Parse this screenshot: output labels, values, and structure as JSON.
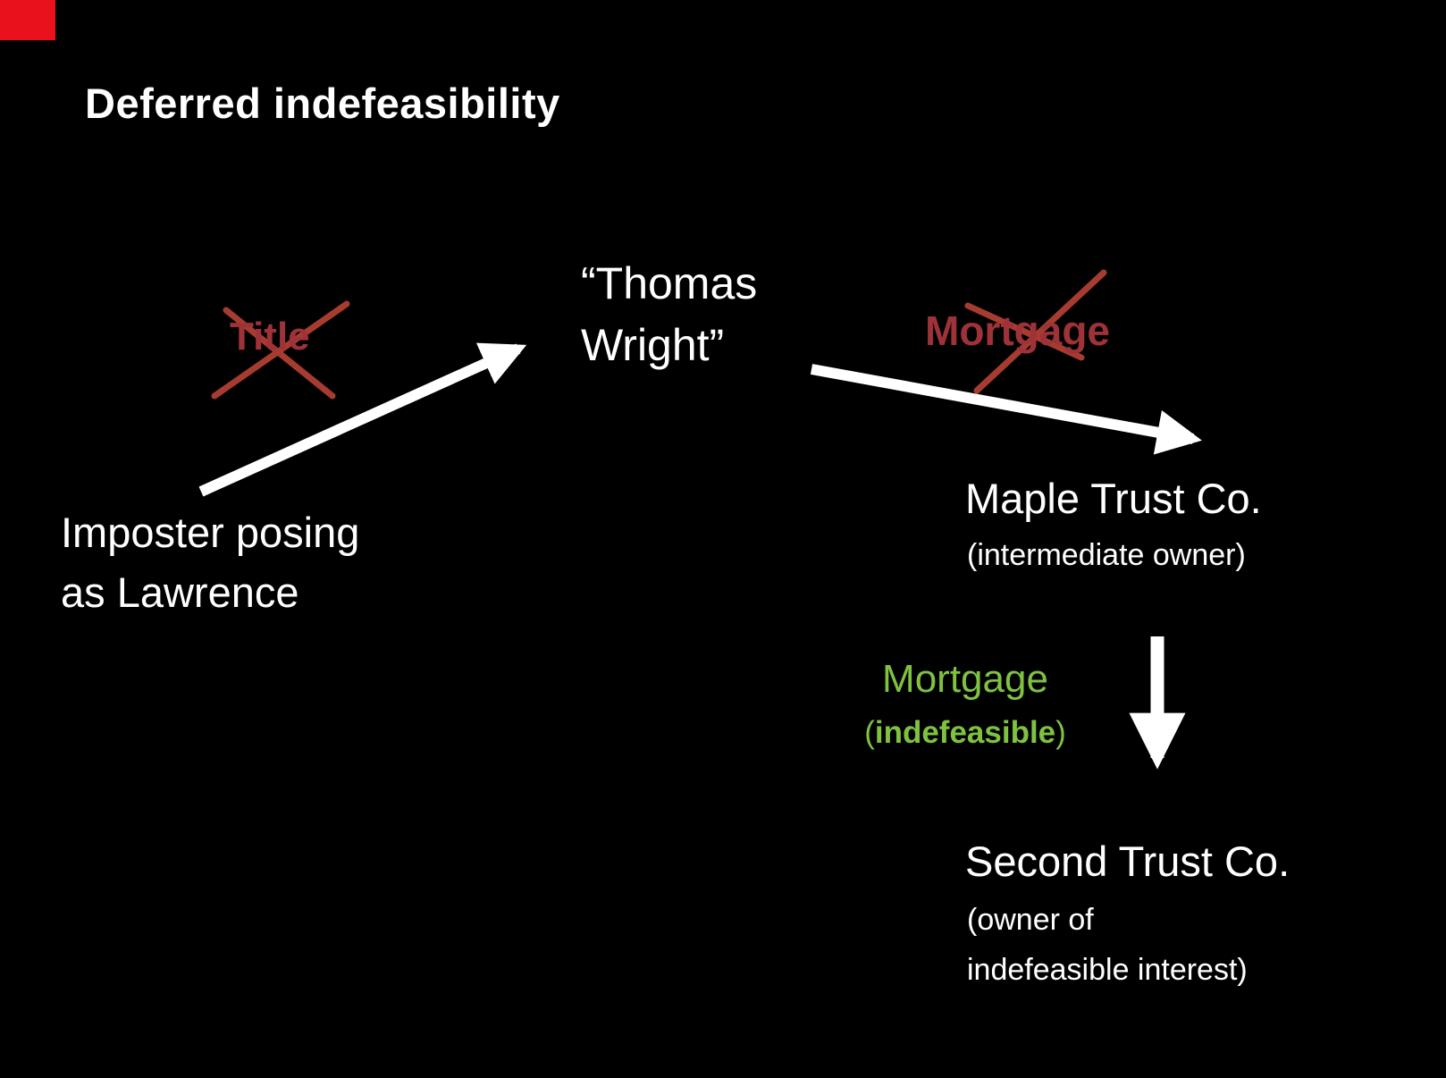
{
  "title": "Deferred indefeasibility",
  "imposter": {
    "line1": "Imposter posing",
    "line2": "as Lawrence"
  },
  "thomas": {
    "line1": "“Thomas",
    "line2": "Wright”"
  },
  "crossed_title": {
    "label": "Title"
  },
  "crossed_mortgage": {
    "label": "Mortgage"
  },
  "maple": {
    "name": "Maple Trust Co.",
    "role": "(intermediate owner)"
  },
  "green_mortgage": {
    "label": "Mortgage",
    "paren_open": "(",
    "emphasis": "indefeasible",
    "paren_close": ")"
  },
  "second": {
    "name": "Second Trust Co.",
    "role_line1": "(owner of",
    "role_line2": "indefeasible interest)"
  },
  "colors": {
    "background": "#000000",
    "text": "#ffffff",
    "crossed_red_text": "#9e3239",
    "cross_line_red": "#a63c30",
    "green": "#7fc241",
    "corner_red": "#e8111c"
  }
}
